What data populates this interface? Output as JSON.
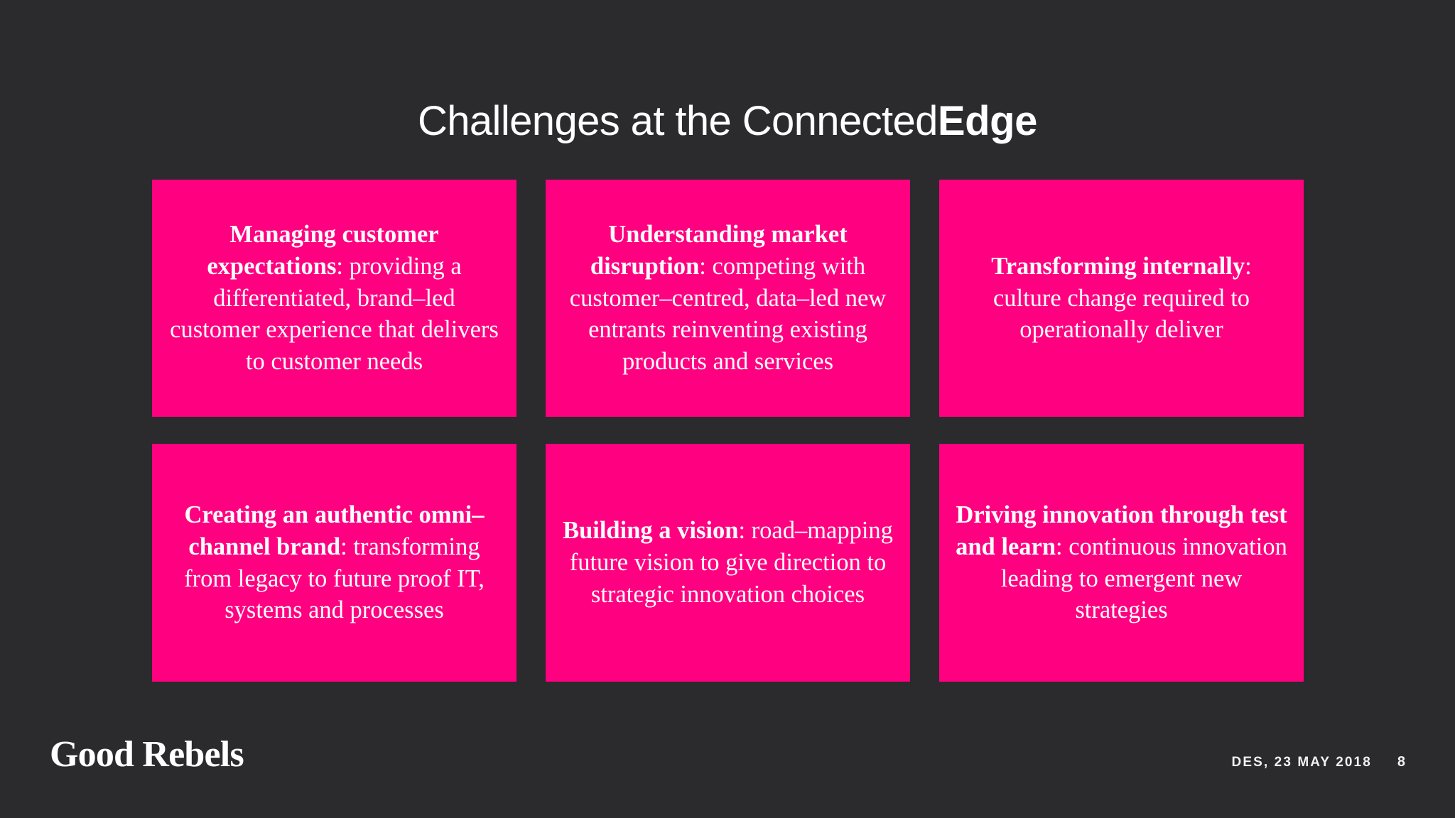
{
  "slide": {
    "background_color": "#2b2a2c",
    "accent_color": "#ff0080",
    "text_color": "#ffffff",
    "title_regular": "Challenges at the Connected",
    "title_bold": "Edge"
  },
  "cards": [
    {
      "lead": "Managing customer expectations",
      "body": ": providing a differentiated, brand–led customer experience that delivers to customer needs"
    },
    {
      "lead": "Understanding market disruption",
      "body": ": competing with customer–centred, data–led new entrants reinventing existing products and services"
    },
    {
      "lead": "Transforming internally",
      "body": ": culture change required to operationally deliver"
    },
    {
      "lead": "Creating an authentic omni–channel brand",
      "body": ": transforming from legacy to future proof IT, systems and processes"
    },
    {
      "lead": "Building a vision",
      "body": ": road–mapping future vision to give direction to strategic innovation choices"
    },
    {
      "lead": "Driving innovation through test and learn",
      "body": ": continuous innovation leading to emergent new strategies"
    }
  ],
  "footer": {
    "logo": "Good Rebels",
    "meta": "DES, 23 MAY 2018",
    "page_number": "8"
  }
}
